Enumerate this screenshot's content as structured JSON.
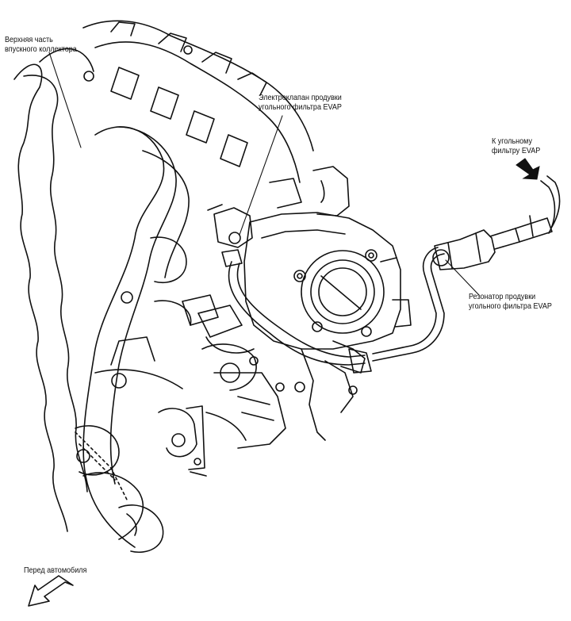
{
  "labels": {
    "upper_collector": {
      "line1": "Верхняя часть",
      "line2": "впускного коллектора"
    },
    "purge_valve": {
      "line1": "Электроклапан продувки",
      "line2": "угольного фильтра EVAP"
    },
    "to_filter": {
      "line1": "К угольному",
      "line2": "фильтру EVAP"
    },
    "resonator": {
      "line1": "Резонатор продувки",
      "line2": "угольного фильтра EVAP"
    },
    "vehicle_front": "Перед автомобиля"
  },
  "colors": {
    "line": "#111111",
    "background": "#ffffff"
  },
  "icons": {
    "arrow_to_filter": "arrow-down-right-icon",
    "front_arrow": "arrow-down-left-icon"
  }
}
